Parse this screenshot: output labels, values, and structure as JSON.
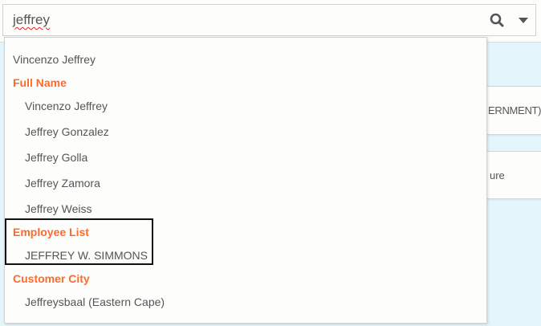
{
  "search": {
    "value": "jeffrey",
    "search_icon": "search-icon",
    "dropdown_icon": "caret-down-icon"
  },
  "background_cards": [
    {
      "text": "ERNMENT)"
    },
    {
      "text": "ure"
    }
  ],
  "dropdown": {
    "top_item": "Vincenzo Jeffrey",
    "groups": [
      {
        "label": "Full Name",
        "items": [
          "Vincenzo Jeffrey",
          "Jeffrey Gonzalez",
          "Jeffrey Golla",
          "Jeffrey Zamora",
          "Jeffrey Weiss"
        ]
      },
      {
        "label": "Employee List",
        "items": [
          "JEFFREY W. SIMMONS"
        ]
      },
      {
        "label": "Customer City",
        "items": [
          "Jeffreysbaal (Eastern Cape)"
        ]
      }
    ]
  }
}
